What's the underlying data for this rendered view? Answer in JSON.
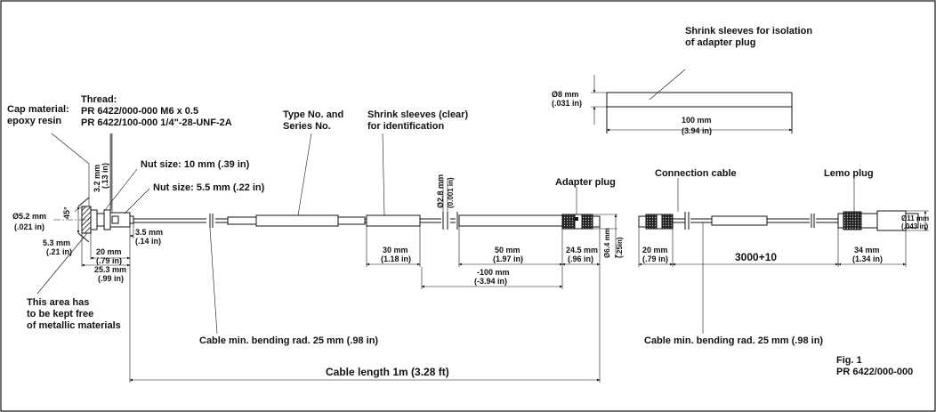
{
  "labels": {
    "cap_material": [
      "Cap material:",
      "epoxy resin"
    ],
    "thread": [
      "Thread:",
      "PR 6422/000-000 M6 x 0.5",
      "PR 6422/100-000 1/4\"-28-UNF-2A"
    ],
    "type_no": [
      "Type No. and",
      "Series No."
    ],
    "shrink_clear": [
      "Shrink sleeves (clear)",
      "for identification"
    ],
    "shrink_isolation": [
      "Shrink sleeves for isolation",
      "of adapter plug"
    ],
    "nut_10": "Nut size: 10 mm (.39 in)",
    "nut_55": "Nut size: 5.5 mm (.22 in)",
    "adapter_plug": "Adapter plug",
    "connection_cable": "Connection cable",
    "lemo_plug": "Lemo plug",
    "metal_free": [
      "This area has",
      "to be kept free",
      "of metallic materials"
    ],
    "bend_left": "Cable min. bending rad. 25 mm (.98 in)",
    "bend_right": "Cable min. bending rad. 25 mm (.98 in)",
    "cable_length": "Cable length 1m (3.28 ft)",
    "fig": [
      "Fig. 1",
      "PR 6422/000-000"
    ]
  },
  "dims": {
    "d52": [
      "Ø5.2 mm",
      "(.021 in)"
    ],
    "d53": [
      "5.3 mm",
      "(.21 in)"
    ],
    "d32": [
      "3.2 mm",
      "(.13 in)"
    ],
    "angle": "45°",
    "d35": [
      "3.5 mm",
      "(.14 in)"
    ],
    "d20a": [
      "20 mm",
      "(.79 in)"
    ],
    "d253": [
      "25.3 mm",
      "(.99 in)"
    ],
    "d30": [
      "30 mm",
      "(1.18 in)"
    ],
    "d28": [
      "Ø2.8 mm",
      "(0.001 in)"
    ],
    "d50": [
      "50 mm",
      "(1.97 in)"
    ],
    "d100neg": [
      "-100 mm",
      "(-3.94 in)"
    ],
    "d245": [
      "24.5 mm",
      "(.96 in)"
    ],
    "d64": [
      "Ø6.4 mm",
      "(.25in)"
    ],
    "d8": [
      "Ø8 mm",
      "(.031 in)"
    ],
    "d100": [
      "100 mm",
      "(3.94 in)"
    ],
    "d20b": [
      "20 mm",
      "(.79 in)"
    ],
    "d3000": "3000+10",
    "d34": [
      "34 mm",
      "(1.34 in)"
    ],
    "d11": [
      "Ø11 mm",
      "(.043 in)"
    ]
  }
}
